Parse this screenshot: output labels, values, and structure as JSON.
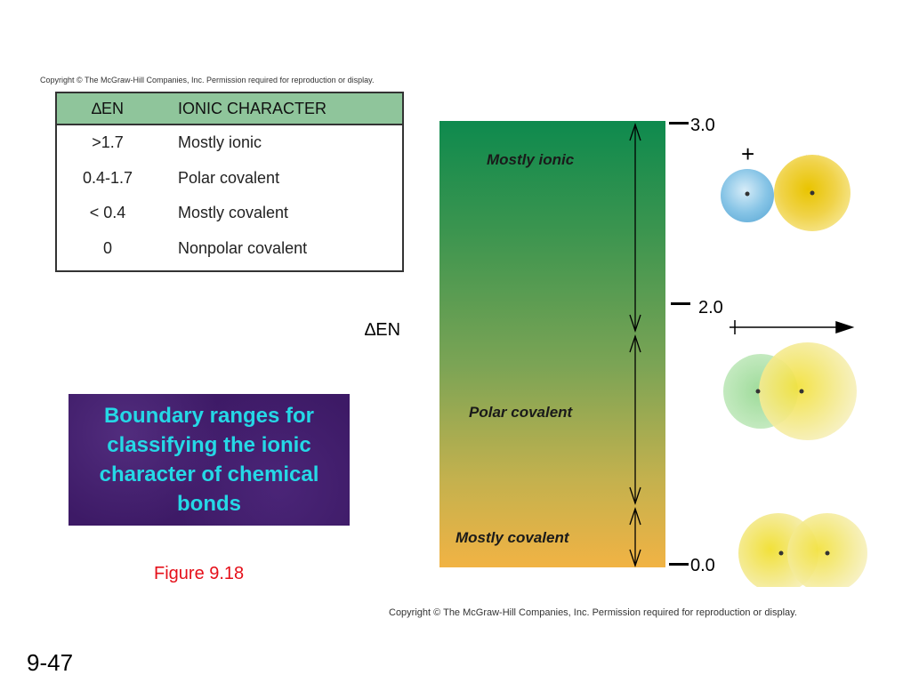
{
  "copyright_top": "Copyright © The McGraw-Hill Companies, Inc. Permission required for reproduction or display.",
  "copyright_bottom": "Copyright © The McGraw-Hill Companies, Inc. Permission required for reproduction or display.",
  "table": {
    "headers": [
      "∆EN",
      "IONIC CHARACTER"
    ],
    "rows": [
      [
        ">1.7",
        "Mostly ionic"
      ],
      [
        "0.4-1.7",
        "Polar covalent"
      ],
      [
        "< 0.4",
        "Mostly covalent"
      ],
      [
        "0",
        "Nonpolar covalent"
      ]
    ]
  },
  "scale": {
    "axis_label": "∆EN",
    "ticks": [
      "3.0",
      "2.0",
      "0.0"
    ],
    "zones": [
      "Mostly ionic",
      "Polar covalent",
      "Mostly covalent"
    ]
  },
  "charges": {
    "plus": "+",
    "minus": "–"
  },
  "caption": "Boundary ranges for classifying the ionic character of chemical bonds",
  "figure_label": "Figure 9.18",
  "slide_number": "9-47",
  "colors": {
    "header_green": "#8fc59b",
    "caption_bg": "#3d1a66",
    "caption_text": "#25d8e6",
    "figure_red": "#e5101a"
  }
}
